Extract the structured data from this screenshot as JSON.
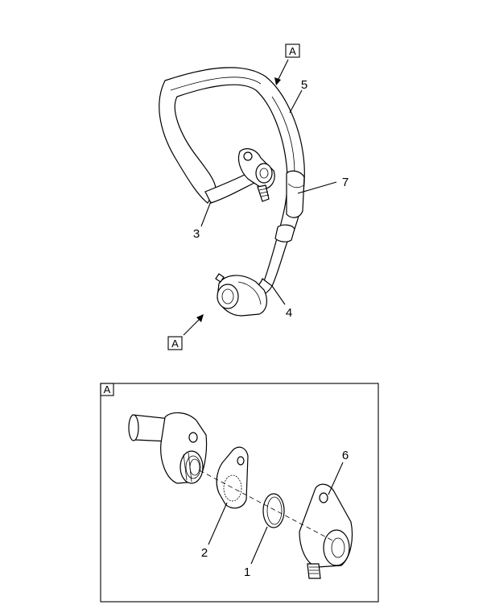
{
  "view_marker_top": "A",
  "view_marker_bottom": "A",
  "detail_box_label": "A",
  "callouts": {
    "c1": "1",
    "c2": "2",
    "c3": "3",
    "c4": "4",
    "c5": "5",
    "c6": "6",
    "c7": "7"
  }
}
